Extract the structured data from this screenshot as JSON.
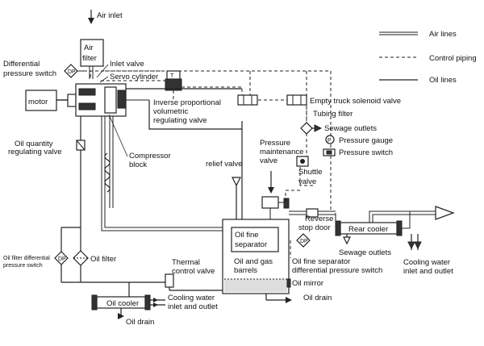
{
  "legend": {
    "air_lines": "Air lines",
    "control_piping": "Control piping",
    "oil_lines": "Oil lines"
  },
  "labels": {
    "air_inlet": "Air inlet",
    "air_filter_1": "Air",
    "air_filter_2": "filter",
    "differential_1": "Differential",
    "differential_2": "pressure switch",
    "dp": "DP",
    "inlet_valve": "Inlet valve",
    "servo_cylinder": "Servo cylinder",
    "motor": "motor",
    "inverse_1": "Inverse proportional",
    "inverse_2": "volumetric",
    "inverse_3": "regulating valve",
    "empty_truck": "Empty truck solenoid valve",
    "tubing_filter": "Tubing filter",
    "sewage_outlets_top": "Sewage outlets",
    "pressure_gauge": "Pressure gauge",
    "gauge_p": "P",
    "pressure_switch": "Pressure switch",
    "oil_qty_1": "Oil quantity",
    "oil_qty_2": "regulating valve",
    "compressor_1": "Compressor",
    "compressor_2": "block",
    "pmv_1": "Pressure",
    "pmv_2": "maintenance",
    "pmv_3": "valve",
    "relief_valve": "relief valve",
    "shuttle_1": "Shuttle",
    "shuttle_2": "valve",
    "reverse_1": "Reverse",
    "reverse_2": "stop door",
    "rear_cooler": "Rear cooler",
    "sewage_outlets_bottom": "Sewage outlets",
    "cw_right_1": "Cooling water",
    "cw_right_2": "inlet and outlet",
    "oil_fine_1": "Oil fine",
    "oil_fine_2": "separator",
    "oil_gas_1": "Oil and gas",
    "oil_gas_2": "barrels",
    "ofs_dp_1": "Oil fine separator",
    "ofs_dp_2": "differential pressure switch",
    "oil_mirror": "Oil mirror",
    "oil_drain_right": "Oil drain",
    "oil_filter_dp_1": "Oil filter differential",
    "oil_filter_dp_2": "pressure switch",
    "oil_filter": "Oil filter",
    "thermal_1": "Thermal",
    "thermal_2": "control valve",
    "oil_cooler": "Oil cooler",
    "cw_left_1": "Cooling water",
    "cw_left_2": "inlet and outlet",
    "oil_drain_left": "Oil drain"
  }
}
